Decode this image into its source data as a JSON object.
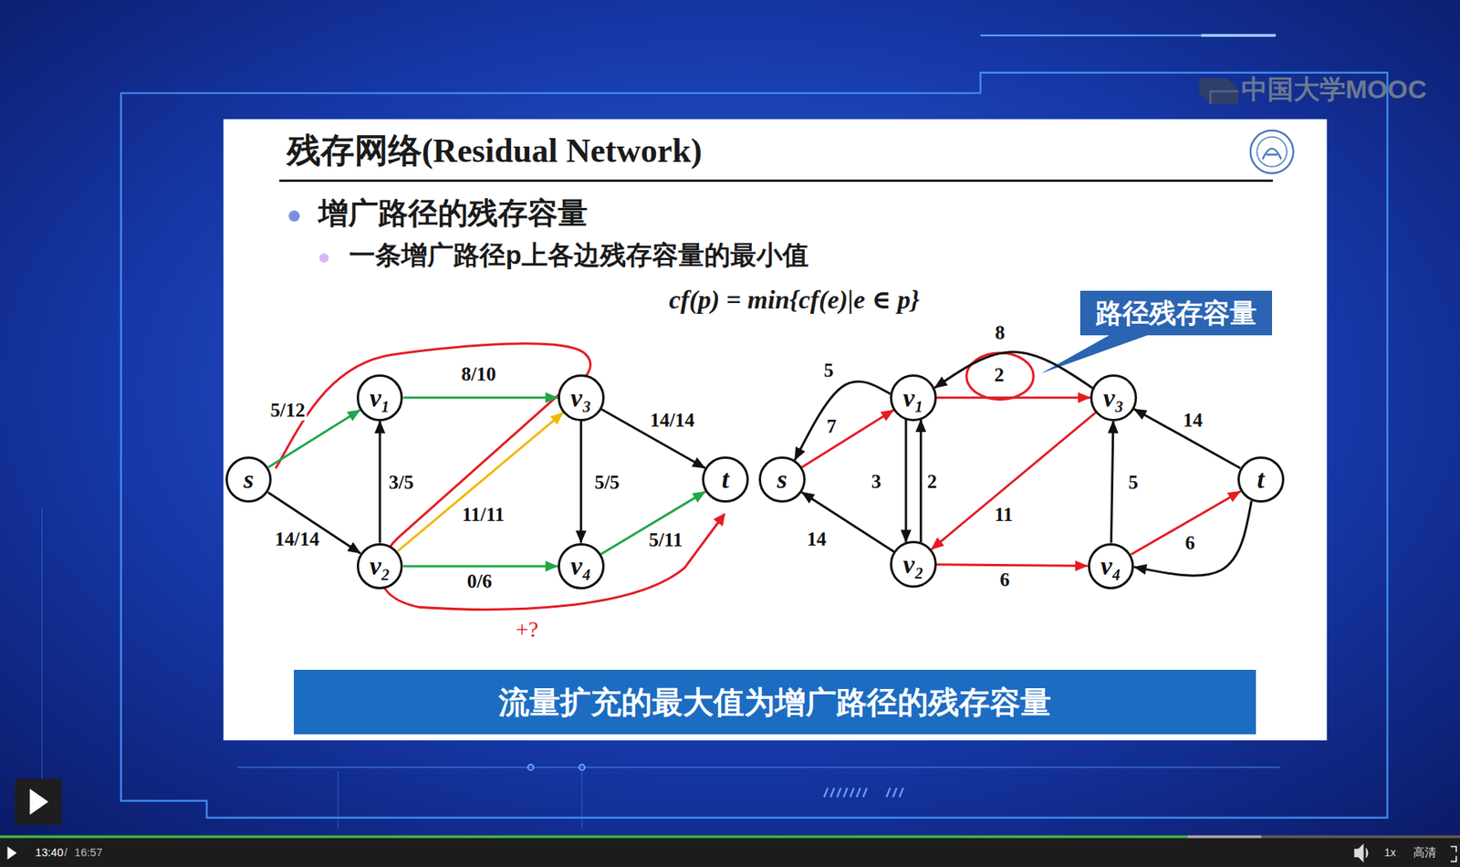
{
  "diagram": {
    "title": "残存网络(Residual Network)",
    "nodes": [
      {
        "text": [
          "s"
        ]
      },
      {
        "text": [
          "v₁"
        ]
      },
      {
        "text": [
          "v₂"
        ]
      },
      {
        "text": [
          "v₃"
        ]
      },
      {
        "text": [
          "v₄"
        ]
      },
      {
        "text": [
          "t"
        ]
      },
      {
        "text": [
          "路径残存容量"
        ]
      },
      {
        "text": [
          "s"
        ]
      },
      {
        "text": [
          "v₁"
        ]
      },
      {
        "text": [
          "v₂"
        ]
      },
      {
        "text": [
          "v₃"
        ]
      },
      {
        "text": [
          "v₄"
        ]
      },
      {
        "text": [
          "t"
        ]
      },
      {
        "text": [
          "流量扩充的最大值为增广路径的残存容量"
        ]
      }
    ],
    "edges": [
      {
        "from": 0,
        "to": 1,
        "label": "5/12",
        "arrow": "to"
      },
      {
        "from": 0,
        "to": 2,
        "label": "14/14",
        "arrow": "to"
      },
      {
        "from": 2,
        "to": 1,
        "label": "3/5",
        "arrow": "to"
      },
      {
        "from": 1,
        "to": 3,
        "label": "8/10",
        "arrow": "to"
      },
      {
        "from": 2,
        "to": 3,
        "label": "11/11",
        "arrow": "to"
      },
      {
        "from": 3,
        "to": 4,
        "label": "5/5",
        "arrow": "to"
      },
      {
        "from": 2,
        "to": 4,
        "label": "0/6",
        "arrow": "to"
      },
      {
        "from": 3,
        "to": 5,
        "label": "14/14",
        "arrow": "to"
      },
      {
        "from": 4,
        "to": 5,
        "label": "5/11",
        "arrow": "to"
      },
      {
        "from": 8,
        "to": 7,
        "label": "5",
        "arrow": "to"
      },
      {
        "from": 7,
        "to": 8,
        "label": "7",
        "arrow": "to"
      },
      {
        "from": 8,
        "to": 9,
        "label": "3",
        "arrow": "to"
      },
      {
        "from": 9,
        "to": 8,
        "label": "2",
        "arrow": "to"
      },
      {
        "from": 10,
        "to": 8,
        "label": "8",
        "arrow": "to"
      },
      {
        "from": 8,
        "to": 10,
        "label": "2",
        "arrow": "to"
      },
      {
        "from": 10,
        "to": 9,
        "label": "11",
        "arrow": "to"
      },
      {
        "from": 9,
        "to": 7,
        "label": "14",
        "arrow": "to"
      },
      {
        "from": 9,
        "to": 11,
        "label": "6",
        "arrow": "to"
      },
      {
        "from": 11,
        "to": 10,
        "label": "5",
        "arrow": "to"
      },
      {
        "from": 12,
        "to": 10,
        "label": "14",
        "arrow": "to"
      },
      {
        "from": 11,
        "to": 12,
        "label": "6",
        "arrow": "to"
      },
      {
        "from": 12,
        "to": 11,
        "arrow": "to"
      }
    ],
    "labels": [
      "增广路径的残存容量",
      "一条增广路径p上各边残存容量的最小值",
      "cf(p) = min{cf(e)|e ∈ p}",
      "+?",
      "中国大学MOOC",
      "13:40",
      "/",
      "16:57",
      "1x",
      "高清"
    ]
  }
}
